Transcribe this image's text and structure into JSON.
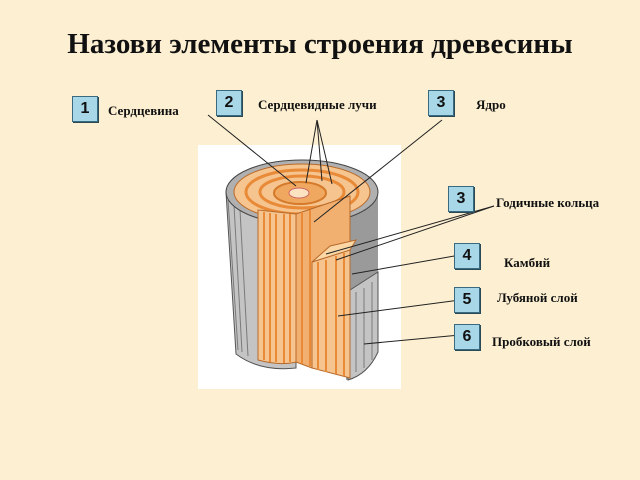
{
  "title": "Назови элементы строения древесины",
  "labels": [
    {
      "number": "1",
      "text": "Сердцевина"
    },
    {
      "number": "2",
      "text": "Сердцевидные лучи"
    },
    {
      "number": "3",
      "text": "Ядро"
    },
    {
      "number": "3",
      "text": "Годичные кольца"
    },
    {
      "number": "4",
      "text": "Камбий"
    },
    {
      "number": "5",
      "text": "Лубяной слой"
    },
    {
      "number": "6",
      "text": "Пробковый слой"
    }
  ],
  "colors": {
    "background": "#fdf0d2",
    "badge": "#a8d8e8",
    "wood_light": "#f6c48e",
    "wood_dark": "#e88a38",
    "bark": "#bdbdbd"
  }
}
